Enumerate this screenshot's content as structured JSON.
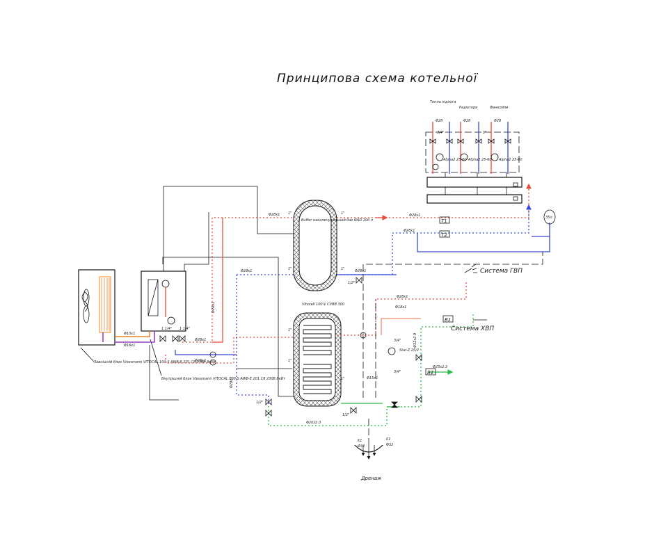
{
  "title": "Принципова схема котельної",
  "consumers": {
    "floor": "Тепла підлога",
    "radiators": "Радіатори",
    "fancoils": "Фанкойли",
    "d_floor": "Φ28",
    "d_radiators": "Φ28",
    "d_fancoils": "Φ28",
    "pump1": "Alpha2 25-60",
    "pump2": "Alpha2 25-60",
    "pump3": "Alpha2 25-80",
    "valve_34": "3/4\"",
    "valve_1": "1\""
  },
  "tanks": {
    "buffer": "Buffer накопичувальний бак NAD 100 л",
    "dhw": "Vitocell 100-V CVBB 300"
  },
  "units": {
    "outdoor": "Зовнішній блок Viessmann VITOCAL 100-S AWB-E 201.C8 230В 8кВт",
    "indoor": "Внутрішній блок Viessmann VITOCAL 100-S AWB-E 201.C8 230В 8кВт"
  },
  "pipes": {
    "p28": "Φ28x1",
    "p18": "Φ18x1",
    "p10": "Φ10x1",
    "p16": "Φ16x1",
    "p20": "Φ20x2.0",
    "p25": "Φ25x2.3",
    "p32": "Φ32x2.9",
    "p15": "Φ15x1"
  },
  "fittings": {
    "half": "1/2\"",
    "three_quarter": "3/4\"",
    "one": "1\"",
    "one_quarter": "1 1/4\"",
    "exp": "35л"
  },
  "sensors": {
    "t1": "T1",
    "t2": "T2",
    "b1a": "B1",
    "b1b": "B1"
  },
  "circ_pump": "Star-Z 25/2",
  "systems": {
    "dhw_out": "Система ГВП",
    "cold": "Система ХВП",
    "drain": "Дренаж",
    "k1a": "K1",
    "k1b": "K1",
    "k32a": "Φ32",
    "k32b": "Φ32"
  }
}
